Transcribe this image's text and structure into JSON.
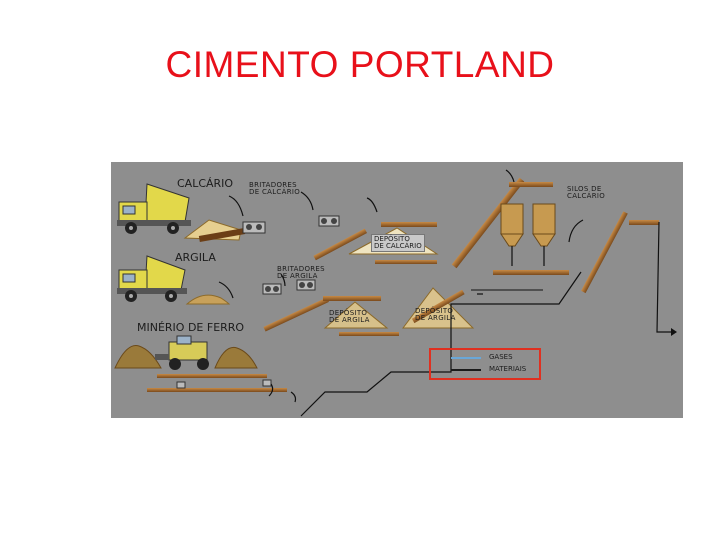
{
  "title": "CIMENTO PORTLAND",
  "labels": {
    "calcario": "CALCÁRIO",
    "britadores_calcario": "BRITADORES\nDE CALCÁRIO",
    "deposito_calcario": "DEPÓSITO\nDE CALCÁRIO",
    "silos_calcario": "SILOS DE\nCALCÁRIO",
    "argila": "ARGILA",
    "britadores_argila": "BRITADORES\nDE ARGILA",
    "deposito_argila_1": "DEPÓSITO\nDE ARGILA",
    "deposito_argila_2": "DEPÓSITO\nDE ARGILA",
    "minerio_ferro": "MINÉRIO DE FERRO"
  },
  "legend": {
    "gases": "GASES",
    "materiais": "MATERIAIS"
  },
  "colors": {
    "title": "#e8101a",
    "background": "#8e8e8e",
    "conveyor": "#a0662a",
    "truck_body": "#e2d84a",
    "material": "#c8a15a",
    "gas_line": "#6aa7d8",
    "material_line": "#1a1a1a",
    "legend_border": "#e03020"
  }
}
